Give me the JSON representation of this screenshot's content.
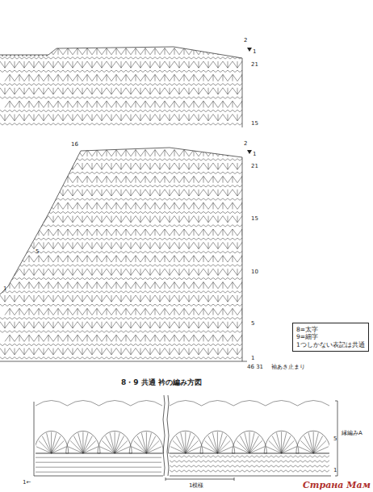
{
  "diagram": {
    "title": "8・9 共通 衿の編み方図",
    "nodes": [
      {
        "text": [
          "8=太字",
          "9=細字",
          "1つしかない表記は共通"
        ]
      }
    ],
    "labels": [
      "2",
      "1",
      "21",
      "15",
      "16",
      "2",
      "1",
      "21",
      "15",
      "10",
      "5",
      "1",
      "5",
      "1",
      "46 31",
      "袖あき止まり",
      "5",
      "1",
      "1←",
      "縁編みA",
      "1模様",
      "Страна Мам"
    ]
  }
}
